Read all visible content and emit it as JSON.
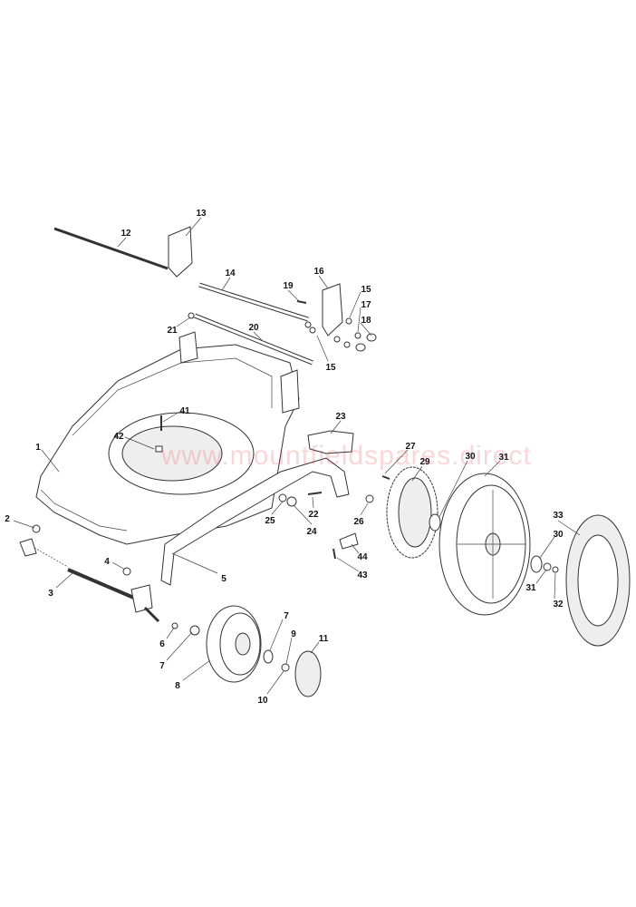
{
  "diagram": {
    "watermark": "www.mountfieldspares.direct",
    "labels": [
      "13",
      "12",
      "14",
      "16",
      "19",
      "15",
      "17",
      "18",
      "21",
      "20",
      "15",
      "41",
      "23",
      "42",
      "1",
      "27",
      "29",
      "30",
      "31",
      "2",
      "25",
      "22",
      "24",
      "26",
      "33",
      "30",
      "4",
      "5",
      "44",
      "43",
      "3",
      "31",
      "32",
      "7",
      "6",
      "9",
      "11",
      "7",
      "8",
      "10"
    ]
  }
}
